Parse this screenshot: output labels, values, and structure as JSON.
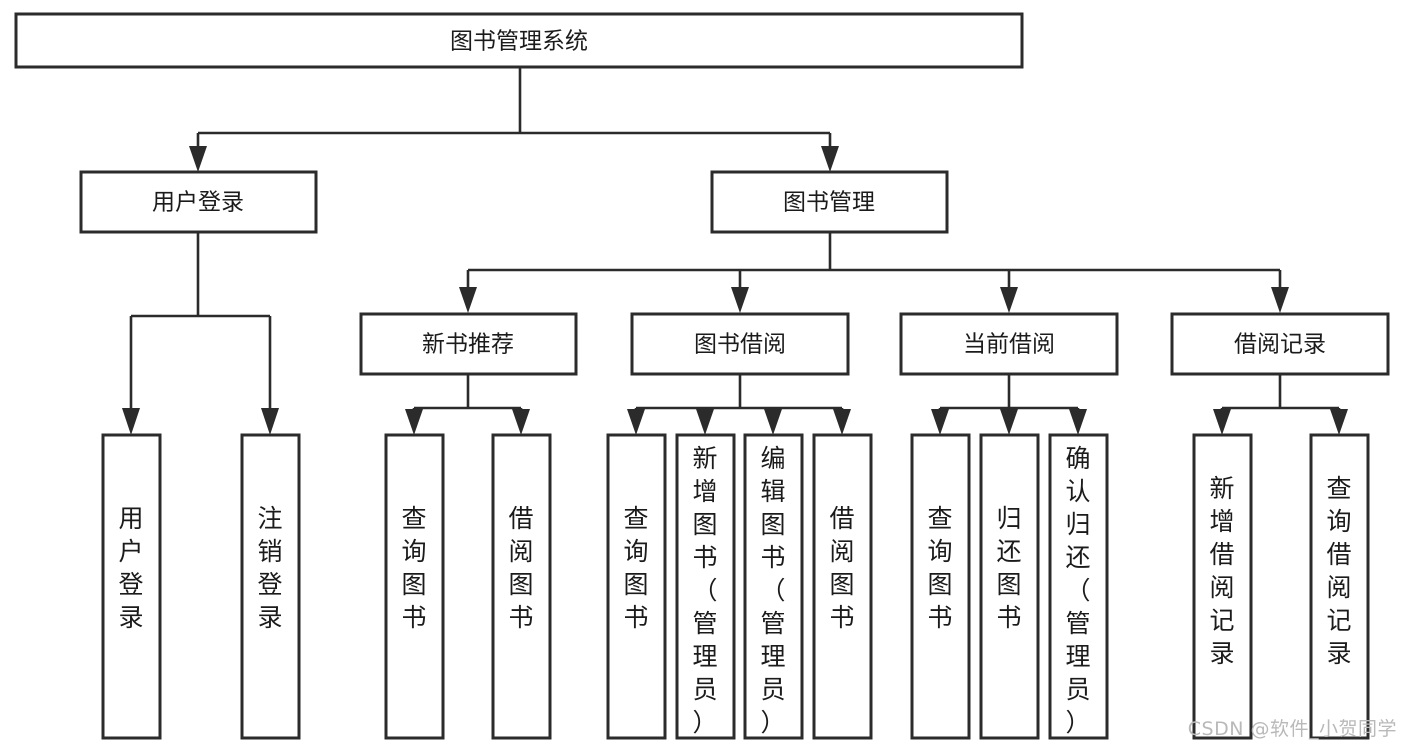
{
  "diagram": {
    "title": "图书管理系统",
    "type": "tree-hierarchy",
    "watermark": "CSDN @软件_小贺同学",
    "colors": {
      "background": "#ffffff",
      "stroke": "#2b2b2b",
      "text": "#1b1b1b",
      "watermark": "#b9b9b9"
    },
    "root": {
      "id": "root",
      "label": "图书管理系统"
    },
    "level2": [
      {
        "id": "user-login",
        "label": "用户登录"
      },
      {
        "id": "book-manage",
        "label": "图书管理"
      }
    ],
    "level3": [
      {
        "id": "new-book-recommend",
        "label": "新书推荐",
        "parent": "book-manage"
      },
      {
        "id": "book-borrow",
        "label": "图书借阅",
        "parent": "book-manage"
      },
      {
        "id": "current-borrow",
        "label": "当前借阅",
        "parent": "book-manage"
      },
      {
        "id": "borrow-record",
        "label": "借阅记录",
        "parent": "book-manage"
      }
    ],
    "leaves": {
      "user-login": [
        {
          "id": "leaf-user-login",
          "label": "用户登录"
        },
        {
          "id": "leaf-user-logout",
          "label": "注销登录"
        }
      ],
      "new-book-recommend": [
        {
          "id": "leaf-query-book-1",
          "label": "查询图书"
        },
        {
          "id": "leaf-borrow-book-1",
          "label": "借阅图书"
        }
      ],
      "book-borrow": [
        {
          "id": "leaf-query-book-2",
          "label": "查询图书"
        },
        {
          "id": "leaf-add-book",
          "label": "新增图书（管理员）"
        },
        {
          "id": "leaf-edit-book",
          "label": "编辑图书（管理员）"
        },
        {
          "id": "leaf-borrow-book-2",
          "label": "借阅图书"
        }
      ],
      "current-borrow": [
        {
          "id": "leaf-query-book-3",
          "label": "查询图书"
        },
        {
          "id": "leaf-return-book",
          "label": "归还图书"
        },
        {
          "id": "leaf-confirm-return",
          "label": "确认归还（管理员）"
        }
      ],
      "borrow-record": [
        {
          "id": "leaf-add-record",
          "label": "新增借阅记录"
        },
        {
          "id": "leaf-query-record",
          "label": "查询借阅记录"
        }
      ]
    }
  }
}
